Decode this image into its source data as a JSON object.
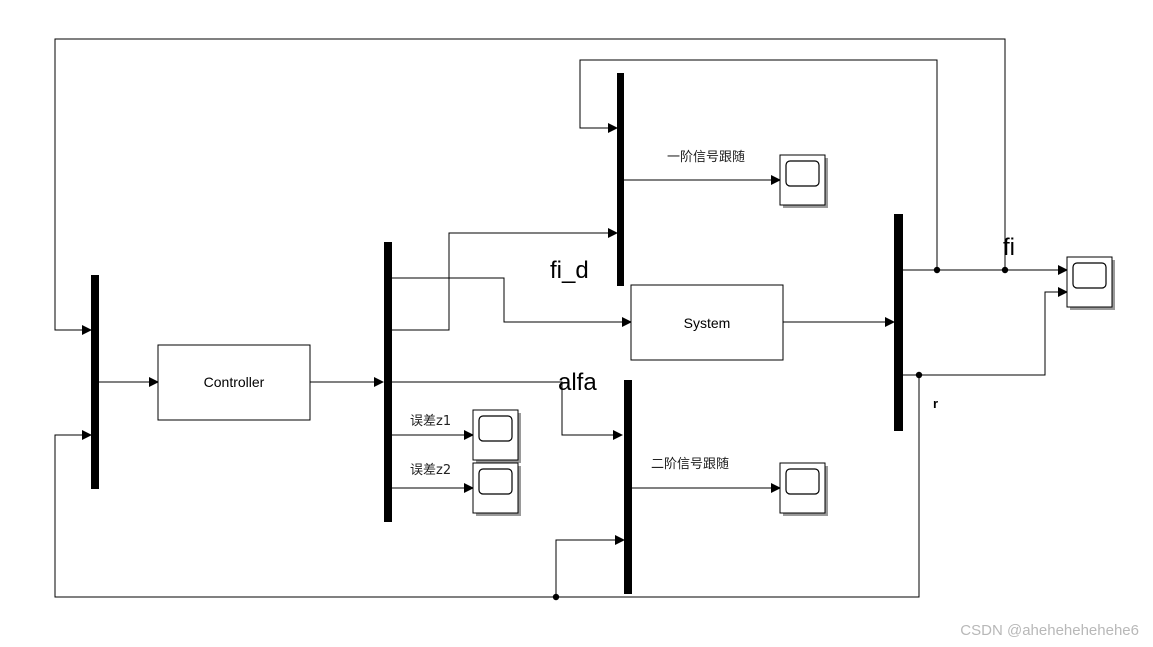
{
  "diagram": {
    "blocks": {
      "controller": "Controller",
      "system": "System"
    },
    "signal_labels": {
      "track1": "一阶信号跟随",
      "track2": "二阶信号跟随",
      "err1": "误差z1",
      "err2": "误差z2",
      "fi_d": "fi_d",
      "alfa": "alfa",
      "fi": "fi",
      "r": "r"
    },
    "scopes": [
      "scope-track1",
      "scope-err1",
      "scope-err2",
      "scope-track2",
      "scope-output"
    ]
  },
  "watermark": "CSDN @ahehehehehehe6"
}
